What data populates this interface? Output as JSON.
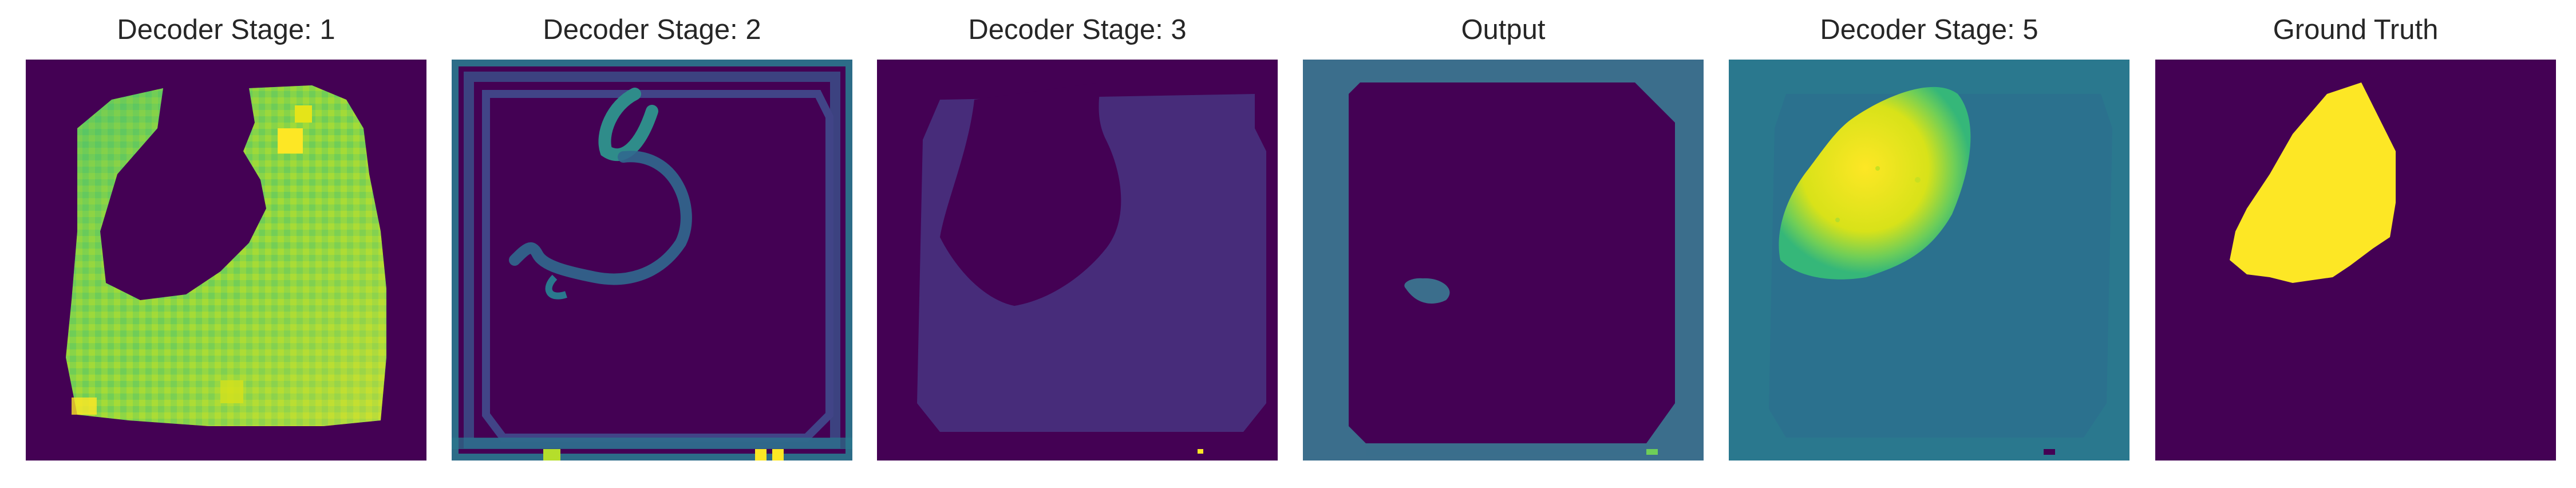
{
  "panels": [
    {
      "title": "Decoder Stage: 1"
    },
    {
      "title": "Decoder Stage: 2"
    },
    {
      "title": "Decoder Stage: 3"
    },
    {
      "title": "Output"
    },
    {
      "title": "Decoder Stage: 5"
    },
    {
      "title": "Ground Truth"
    }
  ],
  "colors": {
    "background_dark": "#440154",
    "teal": "#3b6e8c",
    "green": "#35b779",
    "yellow": "#fde725"
  }
}
